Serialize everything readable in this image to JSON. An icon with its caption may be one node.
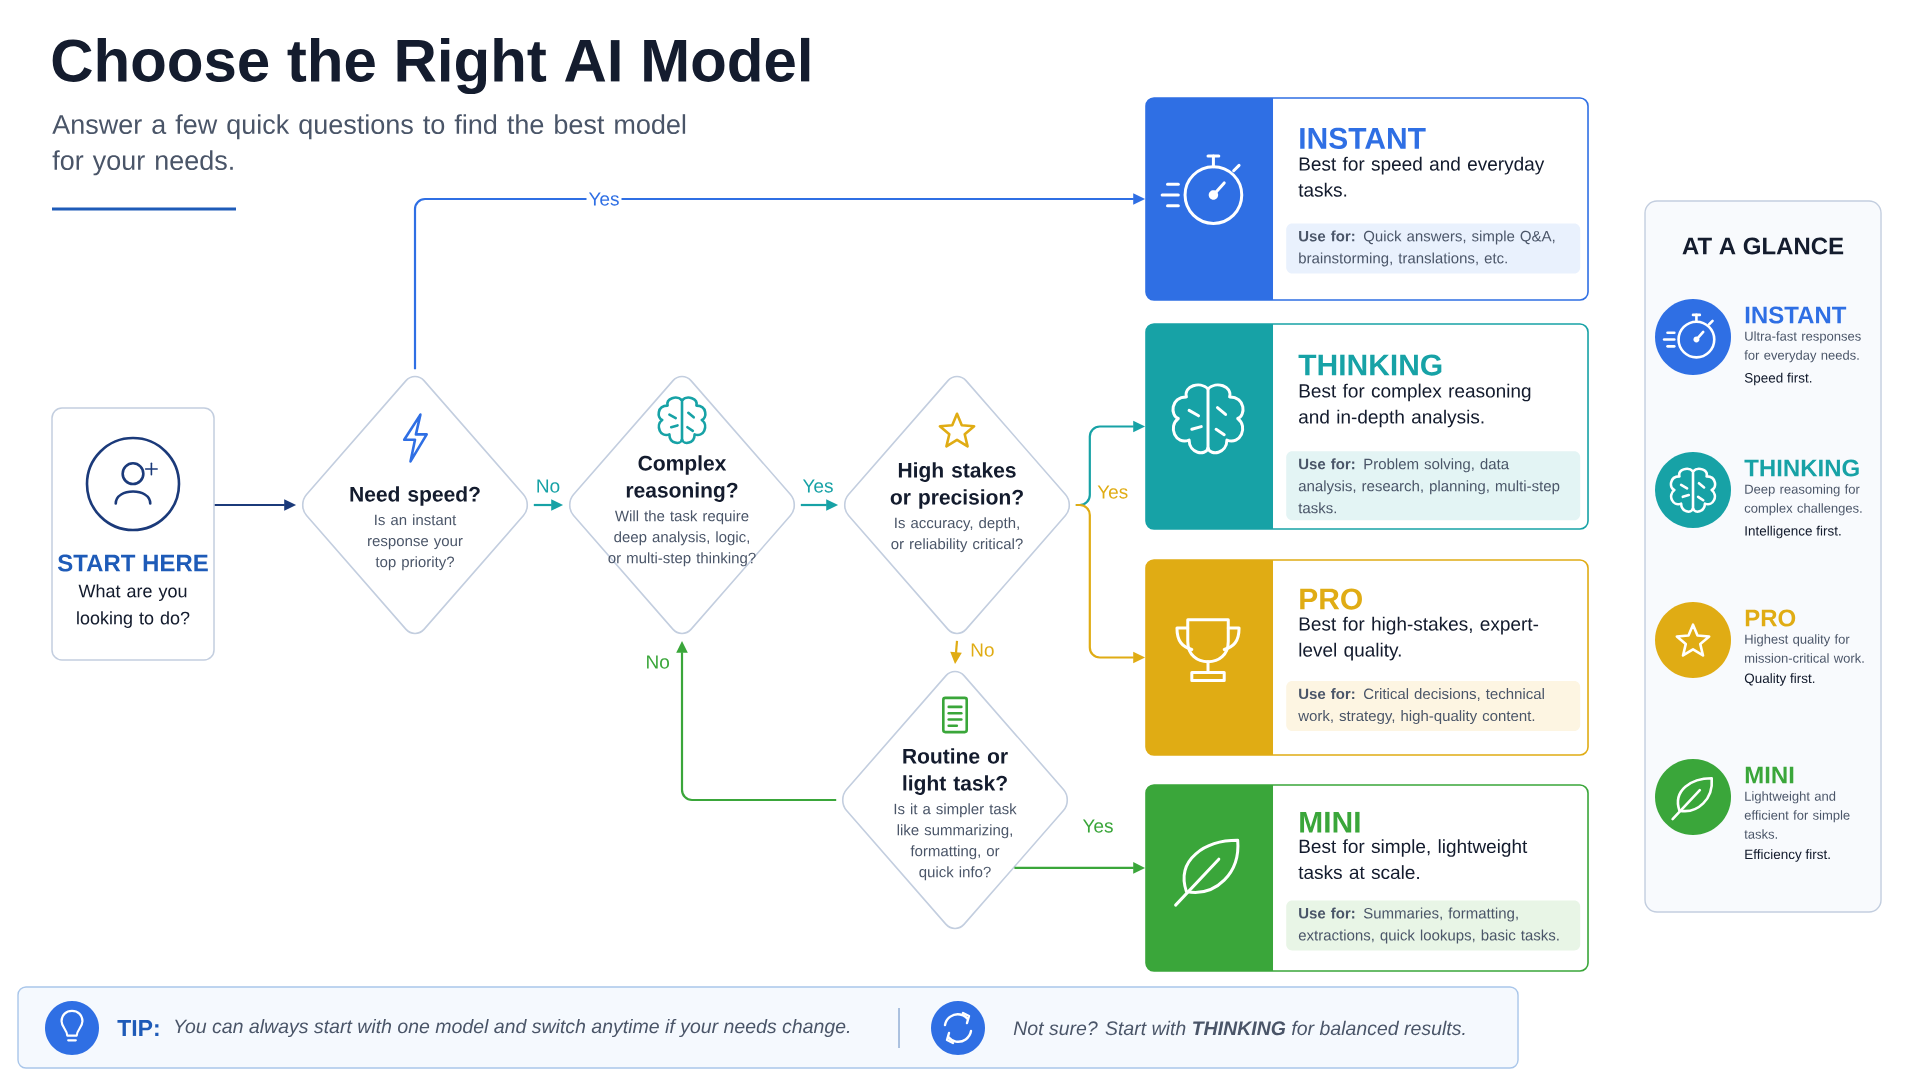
{
  "diagram": {
    "title": "Choose the Right AI Model",
    "nodes": [
      {
        "text": [
          "START HERE",
          "What are you looking to do?"
        ]
      },
      {
        "text": [
          "Need speed?",
          "Is an instant response your top priority?"
        ]
      },
      {
        "text": [
          "Complex reasoning?",
          "Will the task require deep analysis, logic, or multi-step thinking?"
        ]
      },
      {
        "text": [
          "High stakes or precision?",
          "Is accuracy, depth, or reliability critical?"
        ]
      },
      {
        "text": [
          "Routine or light task?",
          "Is it a simpler task like summarizing, formatting, or quick info?"
        ]
      },
      {
        "text": [
          "INSTANT",
          "Best for speed and everyday tasks.",
          "**Use for:** Quick answers, simple Q&A, brainstorming, translations, etc."
        ]
      },
      {
        "text": [
          "THINKING",
          "Best for complex reasoning and in-depth analysis.",
          "**Use for:** Problem solving, data analysis, research, planning, multi-step tasks."
        ]
      },
      {
        "text": [
          "PRO",
          "Best for high-stakes, expert-level quality.",
          "**Use for:** Critical decisions, technical work, strategy, high-quality content."
        ]
      },
      {
        "text": [
          "MINI",
          "Best for simple, lightweight tasks at scale.",
          "**Use for:** Summaries, formatting, extractions, quick lookups, basic tasks."
        ]
      },
      {
        "text": [
          "AT A GLANCE",
          "INSTANT",
          "Ultra-fast responses for everyday needs.",
          "Speed first.",
          "THINKING",
          "Deep reasoming for complex challenges.",
          "Intelligence first.",
          "PRO",
          "Highest quality for mission-critical work.",
          "Quality first.",
          "MINI",
          "Lightweight and efficient for simple tasks.",
          "Efficiency first."
        ]
      },
      {
        "text": [
          "TIP:",
          "You can always start with one model and switch anytime if your needs change.",
          "Not sure? Start with **THINKING** for balanced results."
        ]
      }
    ],
    "edges": [
      {
        "from": 0,
        "to": 1,
        "arrow": "to",
        "color": "#1b3a7a"
      },
      {
        "from": 1,
        "to": 5,
        "arrow": "to",
        "label": "Yes",
        "color": "#2f6fe4"
      },
      {
        "from": 1,
        "to": 2,
        "arrow": "to",
        "label": "No",
        "color": "#17a2a6"
      },
      {
        "from": 2,
        "to": 3,
        "arrow": "to",
        "label": "Yes",
        "color": "#17a2a6"
      },
      {
        "from": 3,
        "to": 6,
        "arrow": "to",
        "color": "#17a2a6"
      },
      {
        "from": 3,
        "to": 7,
        "arrow": "to",
        "label": "Yes",
        "color": "#e0ac14"
      },
      {
        "from": 3,
        "to": 4,
        "arrow": "to",
        "label": "No",
        "color": "#e0ac14"
      },
      {
        "from": 4,
        "to": 2,
        "arrow": "to",
        "label": "No",
        "color": "#3aa63a"
      },
      {
        "from": 4,
        "to": 8,
        "arrow": "to",
        "label": "Yes",
        "color": "#3aa63a"
      }
    ],
    "labels": [
      "Answer a few quick questions to find the best model for your needs."
    ]
  }
}
